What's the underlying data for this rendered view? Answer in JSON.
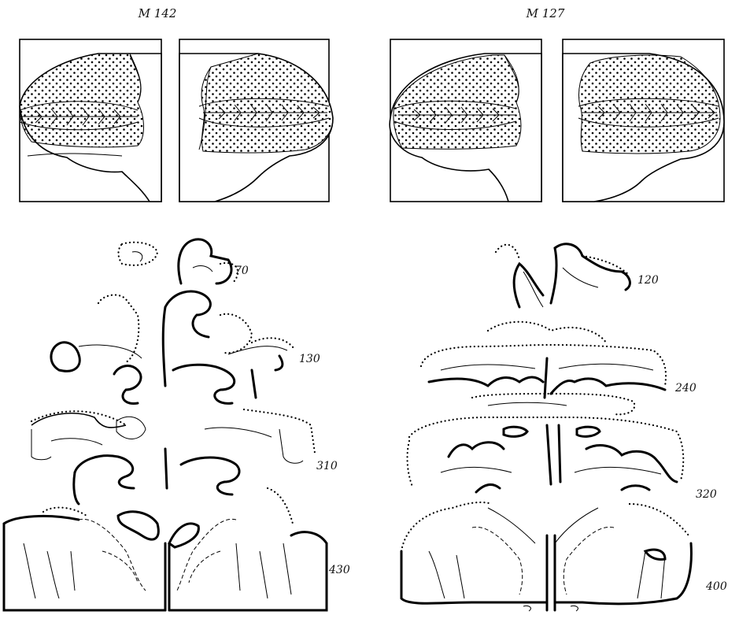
{
  "figure": {
    "panels": [
      {
        "title": "M 142",
        "levels": [
          "70",
          "130",
          "310",
          "430"
        ]
      },
      {
        "title": "M 127",
        "levels": [
          "120",
          "240",
          "320",
          "400"
        ]
      }
    ]
  }
}
